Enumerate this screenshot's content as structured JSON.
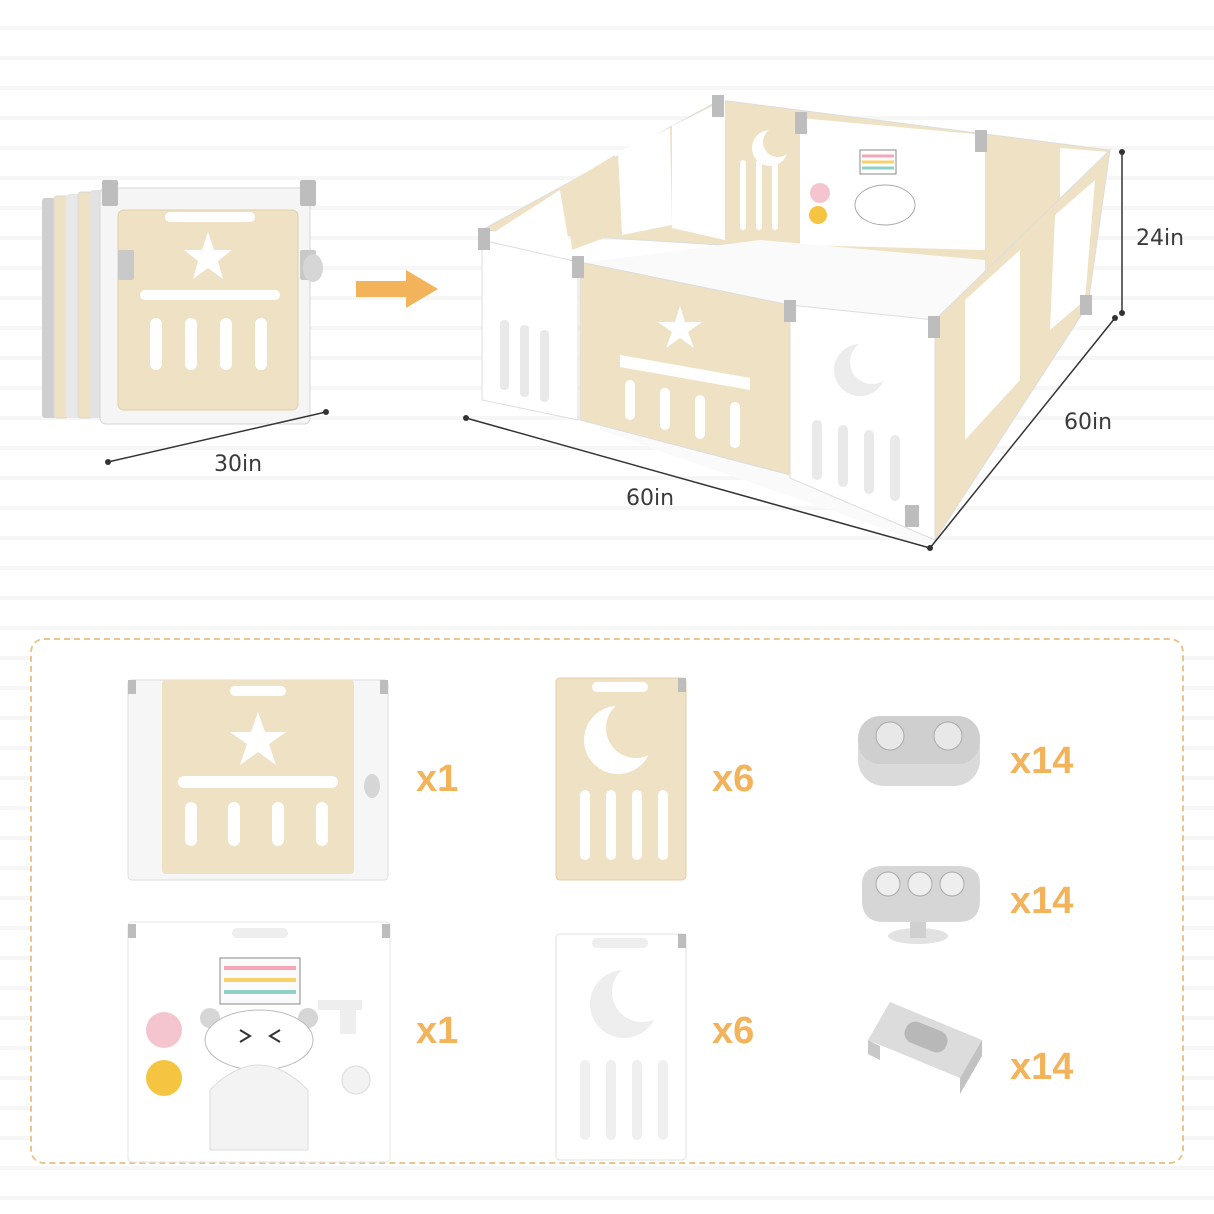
{
  "dimensions": {
    "folded_width": "30in",
    "assembled_length": "60in",
    "assembled_depth": "60in",
    "height": "24in"
  },
  "parts": [
    {
      "name": "gate-panel",
      "quantity": "x1"
    },
    {
      "name": "moon-panel-beige",
      "quantity": "x6"
    },
    {
      "name": "double-connector",
      "quantity": "x14"
    },
    {
      "name": "activity-panel",
      "quantity": "x1"
    },
    {
      "name": "moon-panel-white",
      "quantity": "x6"
    },
    {
      "name": "triple-base-connector",
      "quantity": "x14"
    },
    {
      "name": "wall-clip",
      "quantity": "x14"
    }
  ],
  "colors": {
    "beige": "#efe1c4",
    "white": "#ffffff",
    "grey": "#c9c9c9",
    "accent": "#f2b35a"
  },
  "icons": [
    "star-icon",
    "moon-icon",
    "cloud-icon",
    "abacus-icon",
    "bear-face-icon",
    "arrow-right-icon"
  ]
}
